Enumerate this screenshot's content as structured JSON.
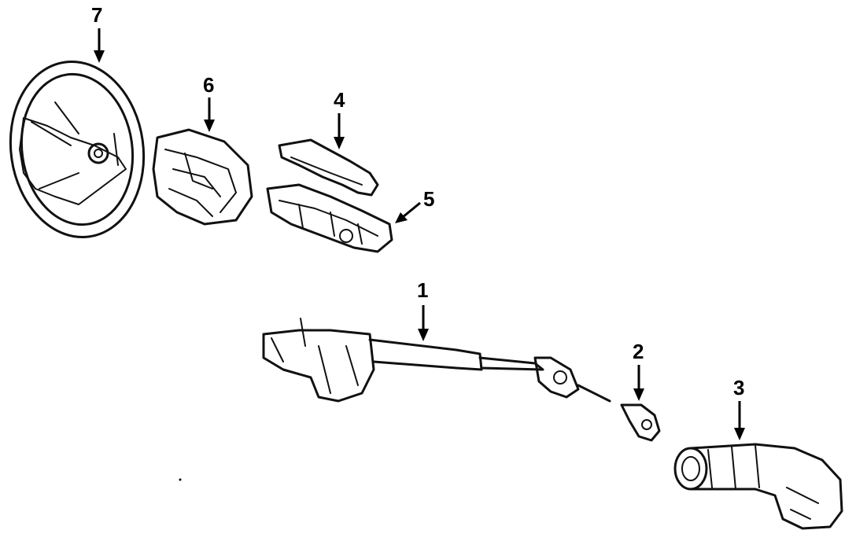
{
  "callouts": [
    {
      "id": "1",
      "label": "1"
    },
    {
      "id": "2",
      "label": "2"
    },
    {
      "id": "3",
      "label": "3"
    },
    {
      "id": "4",
      "label": "4"
    },
    {
      "id": "5",
      "label": "5"
    },
    {
      "id": "6",
      "label": "6"
    },
    {
      "id": "7",
      "label": "7"
    }
  ],
  "colors": {
    "ink": "#111111",
    "background": "#ffffff"
  }
}
